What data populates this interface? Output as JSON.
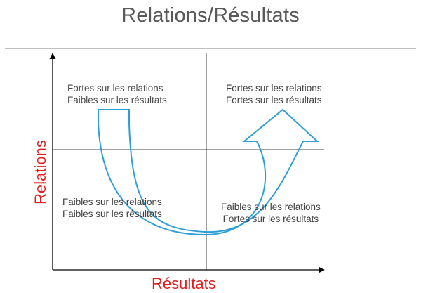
{
  "title": "Relations/Résultats",
  "axes": {
    "x_label": "Résultats",
    "y_label": "Relations"
  },
  "quadrants": {
    "top_left": [
      "Fortes sur les relations",
      "Faibles sur les résultats"
    ],
    "top_right": [
      "Fortes sur les relations",
      "Fortes sur les résultats"
    ],
    "bottom_left": [
      "Faibles sur les relations",
      "Faibles sur les résultats"
    ],
    "bottom_right": [
      "Faibles sur les relations",
      "Fortes sur les résultats"
    ]
  },
  "colors": {
    "title": "#595959",
    "axis_label": "#e02020",
    "arrow_stroke": "#2e9fd6",
    "axis_line": "#000000",
    "quadrant_line": "#404040"
  }
}
